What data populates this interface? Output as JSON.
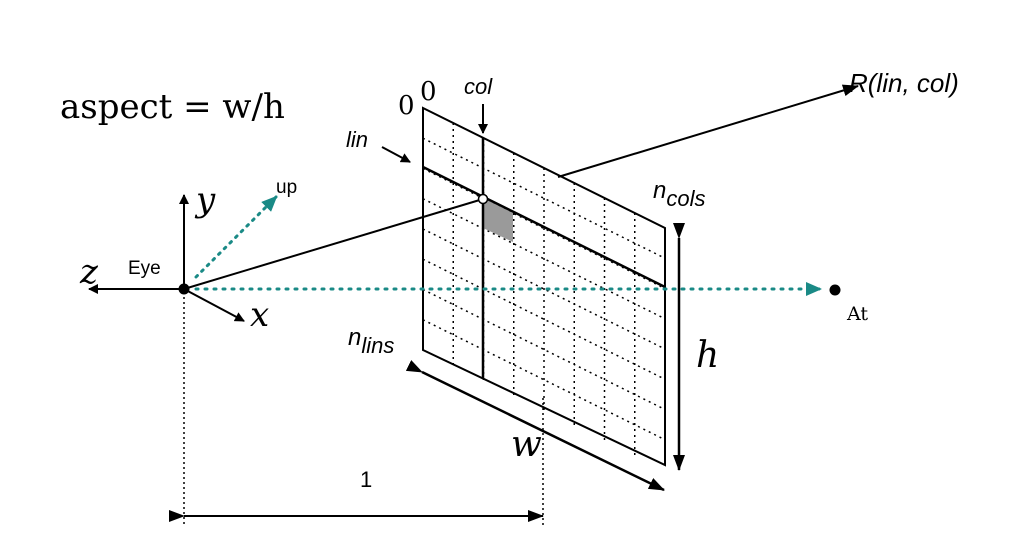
{
  "labels": {
    "aspect_formula": "aspect = w/h",
    "origin_zero_left": "0",
    "origin_zero_top": "0",
    "col": "col",
    "lin": "lin",
    "ray": "R(lin, col)",
    "up": "up",
    "y_axis": "y",
    "z_axis": "z",
    "x_axis": "x",
    "eye": "Eye",
    "n_cols_base": "n",
    "n_cols_sub": "cols",
    "n_lins_base": "n",
    "n_lins_sub": "lins",
    "at": "At",
    "height": "h",
    "width": "w",
    "distance": "1"
  },
  "colors": {
    "ink": "#000000",
    "accent_teal": "#1a8a86",
    "highlight_pixel": "#9a9a9a"
  },
  "grid": {
    "columns": 8,
    "rows": 8
  }
}
